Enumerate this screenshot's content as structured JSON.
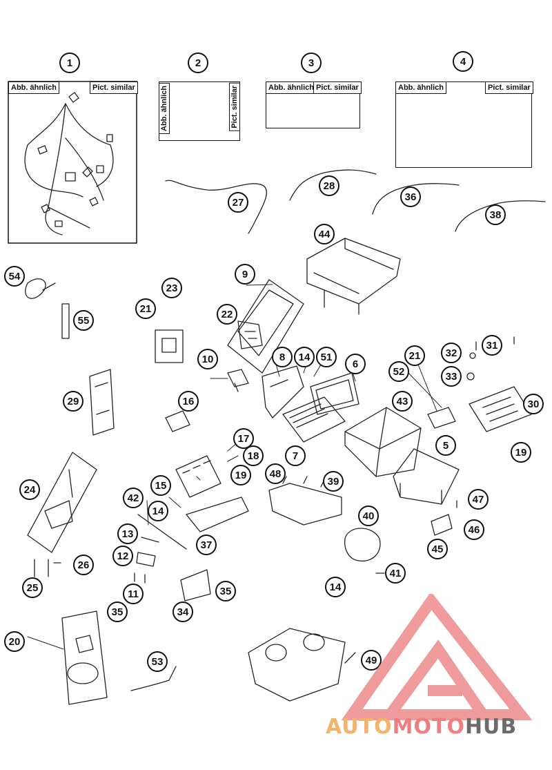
{
  "labels": {
    "abb_aehnlich": "Abb. ähnlich",
    "pict_similar": "Pict. similar"
  },
  "callouts": {
    "c1": "1",
    "c2": "2",
    "c3": "3",
    "c4": "4",
    "c5": "5",
    "c6": "6",
    "c7": "7",
    "c8": "8",
    "c9": "9",
    "c10": "10",
    "c11": "11",
    "c12": "12",
    "c13": "13",
    "c14": "14",
    "c15": "15",
    "c16": "16",
    "c17": "17",
    "c18": "18",
    "c19": "19",
    "c20": "20",
    "c21": "21",
    "c22": "22",
    "c23": "23",
    "c24": "24",
    "c25": "25",
    "c26": "26",
    "c27": "27",
    "c28": "28",
    "c29": "29",
    "c30": "30",
    "c31": "31",
    "c32": "32",
    "c33": "33",
    "c34": "34",
    "c35": "35",
    "c36": "36",
    "c37": "37",
    "c38": "38",
    "c39": "39",
    "c40": "40",
    "c41": "41",
    "c42": "42",
    "c43": "43",
    "c44": "44",
    "c45": "45",
    "c46": "46",
    "c47": "47",
    "c48": "48",
    "c49": "49",
    "c51": "51",
    "c52": "52",
    "c53": "53",
    "c54": "54",
    "c55": "55"
  },
  "watermark": {
    "part1": "AUTO",
    "part2": "MOTO",
    "part3": "HUB",
    "colors": {
      "auto": "#f2b36b",
      "moto": "#ec7f82",
      "hub": "#6b6b6b",
      "triangle": "#ee8a8a"
    }
  }
}
